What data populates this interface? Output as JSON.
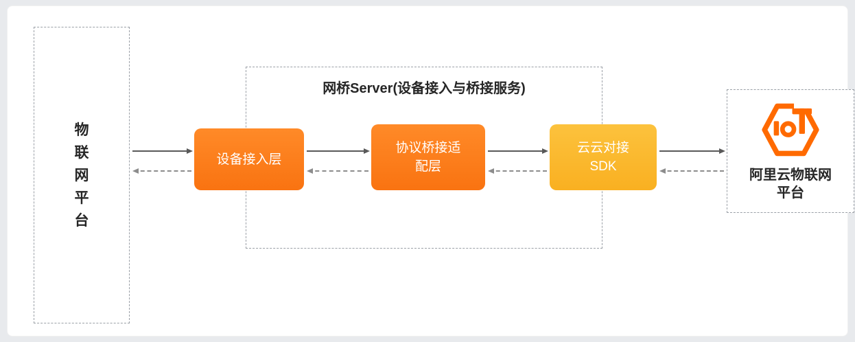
{
  "colors": {
    "card_background": "#ffffff",
    "page_background": "#e8eaed",
    "box_orange": "#f97311",
    "box_yellow": "#f9b021",
    "logo_orange": "#ff6a00",
    "arrow_solid": "#595959",
    "arrow_dashed": "#8c8c8c",
    "dashed_border": "#9a9fa6"
  },
  "left_platform": {
    "label": "物联网平台",
    "chars": [
      "物",
      "联",
      "网",
      "平",
      "台"
    ]
  },
  "bridge_server": {
    "title": "网桥Server(设备接入与桥接服务)",
    "boxes": [
      {
        "line1": "设备接入层",
        "line2": ""
      },
      {
        "line1": "协议桥接适",
        "line2": "配层"
      },
      {
        "line1": "云云对接",
        "line2": "SDK"
      }
    ]
  },
  "right_platform": {
    "line1": "阿里云物联网",
    "line2": "平台",
    "logo": "aliyun-iot-logo"
  }
}
